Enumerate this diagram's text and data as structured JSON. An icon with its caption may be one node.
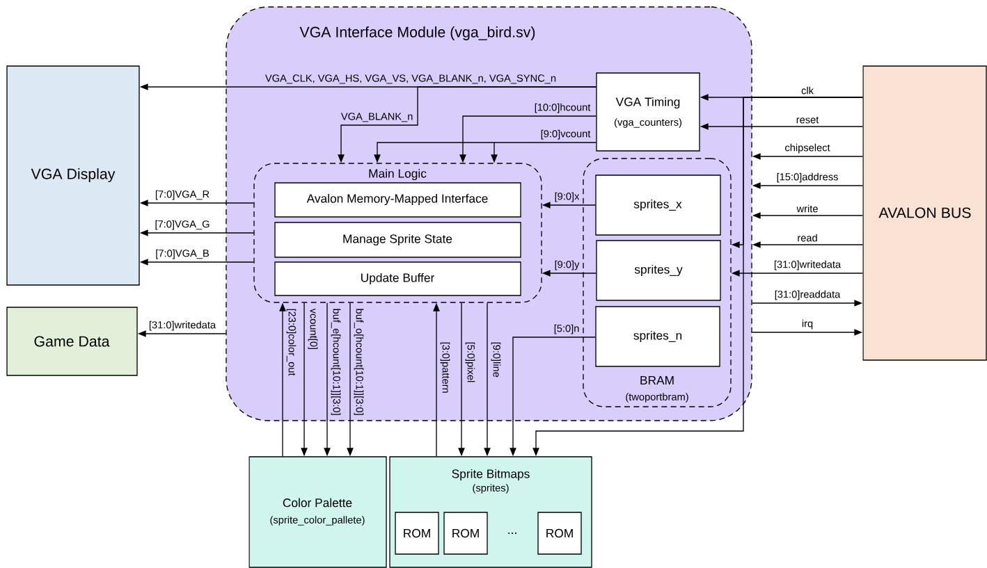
{
  "diagram": {
    "nodes": [
      {
        "text": [
          "VGA Interface Module (vga_bird.sv)"
        ]
      },
      {
        "text": [
          "VGA Display"
        ]
      },
      {
        "text": [
          "Game Data"
        ]
      },
      {
        "text": [
          "AVALON BUS"
        ]
      },
      {
        "text": [
          "VGA Timing",
          "(vga_counters)"
        ],
        "in": 0
      },
      {
        "text": [
          "Main Logic"
        ],
        "in": 0
      },
      {
        "text": [
          "Avalon Memory-Mapped Interface"
        ],
        "in": 5
      },
      {
        "text": [
          "Manage Sprite State"
        ],
        "in": 5
      },
      {
        "text": [
          "Update Buffer"
        ],
        "in": 5
      },
      {
        "text": [
          "BRAM",
          "(twoportbram)"
        ],
        "in": 0
      },
      {
        "text": [
          "sprites_x"
        ],
        "in": 9
      },
      {
        "text": [
          "sprites_y"
        ],
        "in": 9
      },
      {
        "text": [
          "sprites_n"
        ],
        "in": 9
      },
      {
        "text": [
          "Color Palette",
          "(sprite_color_pallete)"
        ]
      },
      {
        "text": [
          "Sprite Bitmaps",
          "(sprites)"
        ]
      },
      {
        "text": [
          "ROM"
        ],
        "in": 14
      },
      {
        "text": [
          "ROM"
        ],
        "in": 14
      },
      {
        "text": [
          "ROM"
        ],
        "in": 14
      }
    ],
    "edges": [
      {
        "from": 4,
        "to": 1,
        "arrow": "to",
        "label": "VGA_CLK, VGA_HS, VGA_VS, VGA_BLANK_n, VGA_SYNC_n"
      },
      {
        "from": 4,
        "to": 5,
        "arrow": "to",
        "label": "VGA_BLANK_n"
      },
      {
        "from": 4,
        "to": 5,
        "arrow": "to",
        "label": "[10:0]hcount"
      },
      {
        "from": 4,
        "to": 5,
        "arrow": "to",
        "label": "[9:0]vcount"
      },
      {
        "from": 5,
        "to": 1,
        "arrow": "to",
        "label": "[7:0]VGA_R"
      },
      {
        "from": 5,
        "to": 1,
        "arrow": "to",
        "label": "[7:0]VGA_G"
      },
      {
        "from": 5,
        "to": 1,
        "arrow": "to",
        "label": "[7:0]VGA_B"
      },
      {
        "from": 0,
        "to": 2,
        "arrow": "to",
        "label": "[31:0]writedata"
      },
      {
        "from": 10,
        "to": 5,
        "arrow": "to",
        "label": "[9:0]x"
      },
      {
        "from": 11,
        "to": 5,
        "arrow": "to",
        "label": "[9:0]y"
      },
      {
        "from": 12,
        "to": 14,
        "arrow": "to",
        "label": "[5:0]n"
      },
      {
        "from": 13,
        "to": 5,
        "arrow": "to",
        "label": "[23:0]color_out"
      },
      {
        "from": 5,
        "to": 13,
        "arrow": "to",
        "label": "vcount[0]"
      },
      {
        "from": 5,
        "to": 13,
        "arrow": "to",
        "label": "buf_e[hcount[10:1]][3:0]"
      },
      {
        "from": 5,
        "to": 13,
        "arrow": "to",
        "label": "buf_o[hcount[10:1]][3:0]"
      },
      {
        "from": 14,
        "to": 5,
        "arrow": "to",
        "label": "[3:0]pattern"
      },
      {
        "from": 5,
        "to": 14,
        "arrow": "to",
        "label": "[5:0]pixel"
      },
      {
        "from": 5,
        "to": 14,
        "arrow": "to",
        "label": "[9:0]line"
      },
      {
        "from": 3,
        "to": 4,
        "arrow": "to",
        "label": "clk"
      },
      {
        "from": 3,
        "to": 4,
        "arrow": "to",
        "label": "reset"
      },
      {
        "from": 3,
        "to": 0,
        "arrow": "to",
        "label": "chipselect"
      },
      {
        "from": 3,
        "to": 0,
        "arrow": "to",
        "label": "[15:0]address"
      },
      {
        "from": 3,
        "to": 0,
        "arrow": "to",
        "label": "write"
      },
      {
        "from": 3,
        "to": 0,
        "arrow": "to",
        "label": "read"
      },
      {
        "from": 3,
        "to": 9,
        "arrow": "to",
        "label": "[31:0]writedata"
      },
      {
        "from": 0,
        "to": 3,
        "arrow": "to",
        "label": "[31:0]readdata"
      },
      {
        "from": 0,
        "to": 3,
        "arrow": "to",
        "label": "irq"
      },
      {
        "from": 3,
        "to": 9,
        "arrow": "to"
      },
      {
        "from": 3,
        "to": 14,
        "arrow": "to"
      }
    ],
    "labels": [
      "..."
    ]
  }
}
